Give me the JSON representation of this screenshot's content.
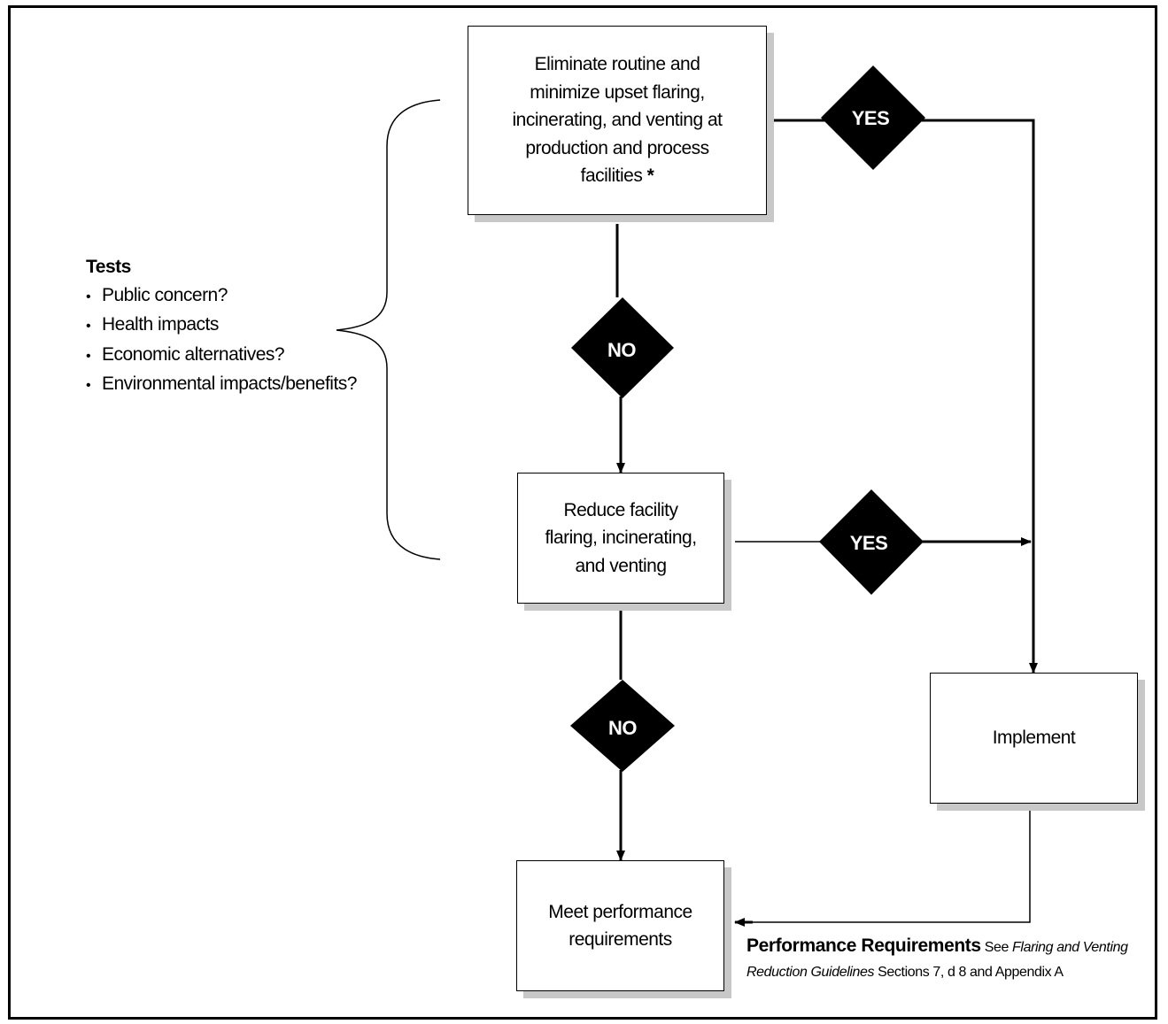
{
  "boxes": {
    "eliminate": "Eliminate routine and\nminimize upset flaring,\nincinerating, and venting at\nproduction and process\nfacilities",
    "eliminate_mark": "*",
    "reduce": "Reduce facility\nflaring, incinerating,\nand venting",
    "meet": "Meet performance\nrequirements",
    "implement": "Implement"
  },
  "decisions": {
    "yes_top": "YES",
    "no_top": "NO",
    "yes_mid": "YES",
    "no_bottom": "NO"
  },
  "tests": {
    "title": "Tests",
    "items": [
      "Public concern?",
      "Health impacts",
      "Economic alternatives?",
      "Environmental impacts/benefits?"
    ]
  },
  "performance_note": {
    "title": "Performance Requirements",
    "see": "See",
    "doc_title": "Flaring and Venting Reduction Guidelines",
    "rest": "Sections 7, d 8 and Appendix A"
  }
}
